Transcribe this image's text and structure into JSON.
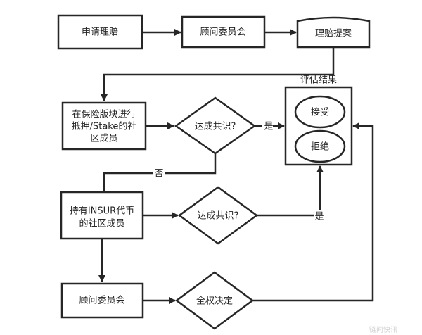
{
  "nodes": {
    "apply_claim": "申请理赔",
    "advisory_committee_top": "顾问委员会",
    "claim_proposal": "理赔提案",
    "stake_members": [
      "在保险版块进行",
      "抵押/Stake的社",
      "区成员"
    ],
    "consensus_1": "达成共识?",
    "result_group_title": "评估结果",
    "accept": "接受",
    "reject": "拒绝",
    "insur_holders": [
      "持有INSUR代币",
      "的社区成员"
    ],
    "consensus_2": "达成共识?",
    "advisory_committee_bottom": "顾问委员会",
    "full_authority": "全权决定"
  },
  "edges": {
    "yes_1": "是",
    "no_1": "否",
    "yes_2": "是"
  },
  "watermark": "链闻快讯"
}
